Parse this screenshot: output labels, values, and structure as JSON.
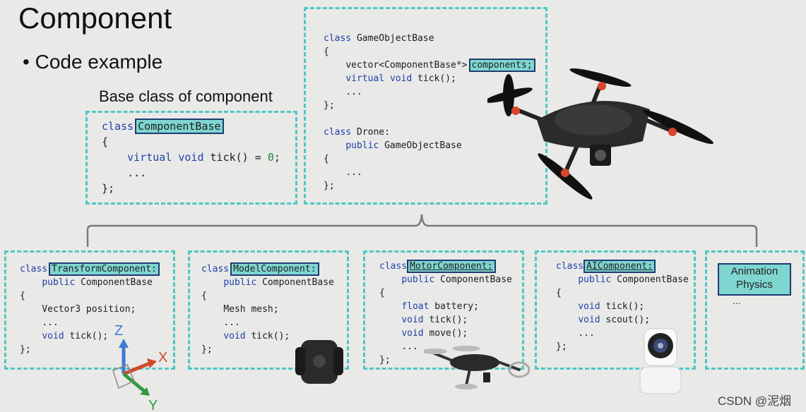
{
  "slide": {
    "title": "Component",
    "bullet": "Code example",
    "base_label": "Base class of component"
  },
  "base_box": {
    "l1_kw": "class",
    "l1_name": "ComponentBase",
    "l2": "{",
    "l3_kw1": "virtual",
    "l3_kw2": "void",
    "l3_rest": "tick() = ",
    "l3_num": "0",
    "l3_end": ";",
    "l4": "...",
    "l5": "};"
  },
  "gameobject_box": {
    "l1_kw": "class",
    "l1_rest": " GameObjectBase",
    "l2": "{",
    "l3": "vector<ComponentBase*>",
    "l3_hl": "components;",
    "l4_kw1": "virtual",
    "l4_kw2": "void",
    "l4_rest": " tick();",
    "l5": "...",
    "l6": "};",
    "l7_kw": "class",
    "l7_rest": " Drone:",
    "l8_kw": "public",
    "l8_rest": " GameObjectBase",
    "l9": "{",
    "l10": "...",
    "l11": "};"
  },
  "transform_box": {
    "l1_kw": "class",
    "l1_name": "TransformComponent:",
    "l2_kw": "public",
    "l2_rest": " ComponentBase",
    "l3": "{",
    "l4": "Vector3 position;",
    "l5": "...",
    "l6_kw": "void",
    "l6_rest": " tick();",
    "l7": "};"
  },
  "model_box": {
    "l1_kw": "class",
    "l1_name": "ModelComponent:",
    "l2_kw": "public",
    "l2_rest": " ComponentBase",
    "l3": "{",
    "l4": "Mesh mesh;",
    "l5": "...",
    "l6_kw": "void",
    "l6_rest": " tick();",
    "l7": "};"
  },
  "motor_box": {
    "l1_kw": "class",
    "l1_name": "MotorComponent:",
    "l2_kw": "public",
    "l2_rest": " ComponentBase",
    "l3": "{",
    "l4_kw": "float",
    "l4_rest": " battery;",
    "l5_kw": "void",
    "l5_rest": " tick();",
    "l6_kw": "void",
    "l6_rest": " move();",
    "l7": "...",
    "l8": "};"
  },
  "ai_box": {
    "l1_kw": "class",
    "l1_name": "AIComponent:",
    "l2_kw": "public",
    "l2_rest": " ComponentBase",
    "l3": "{",
    "l4_kw": "void",
    "l4_rest": " tick();",
    "l5_kw": "void",
    "l5_rest": " scout();",
    "l6": "...",
    "l7": "};"
  },
  "extra_box": {
    "line1": "Animation",
    "line2": "Physics",
    "more": "..."
  },
  "axes": {
    "z": "Z",
    "x": "X",
    "y": "Y"
  },
  "watermark": "CSDN @泥烟",
  "colors": {
    "dash_border": "#4fc7c4",
    "keyword": "#1f3fa8",
    "highlight_bg": "#7fd6d0",
    "highlight_border": "#1f3b72"
  }
}
